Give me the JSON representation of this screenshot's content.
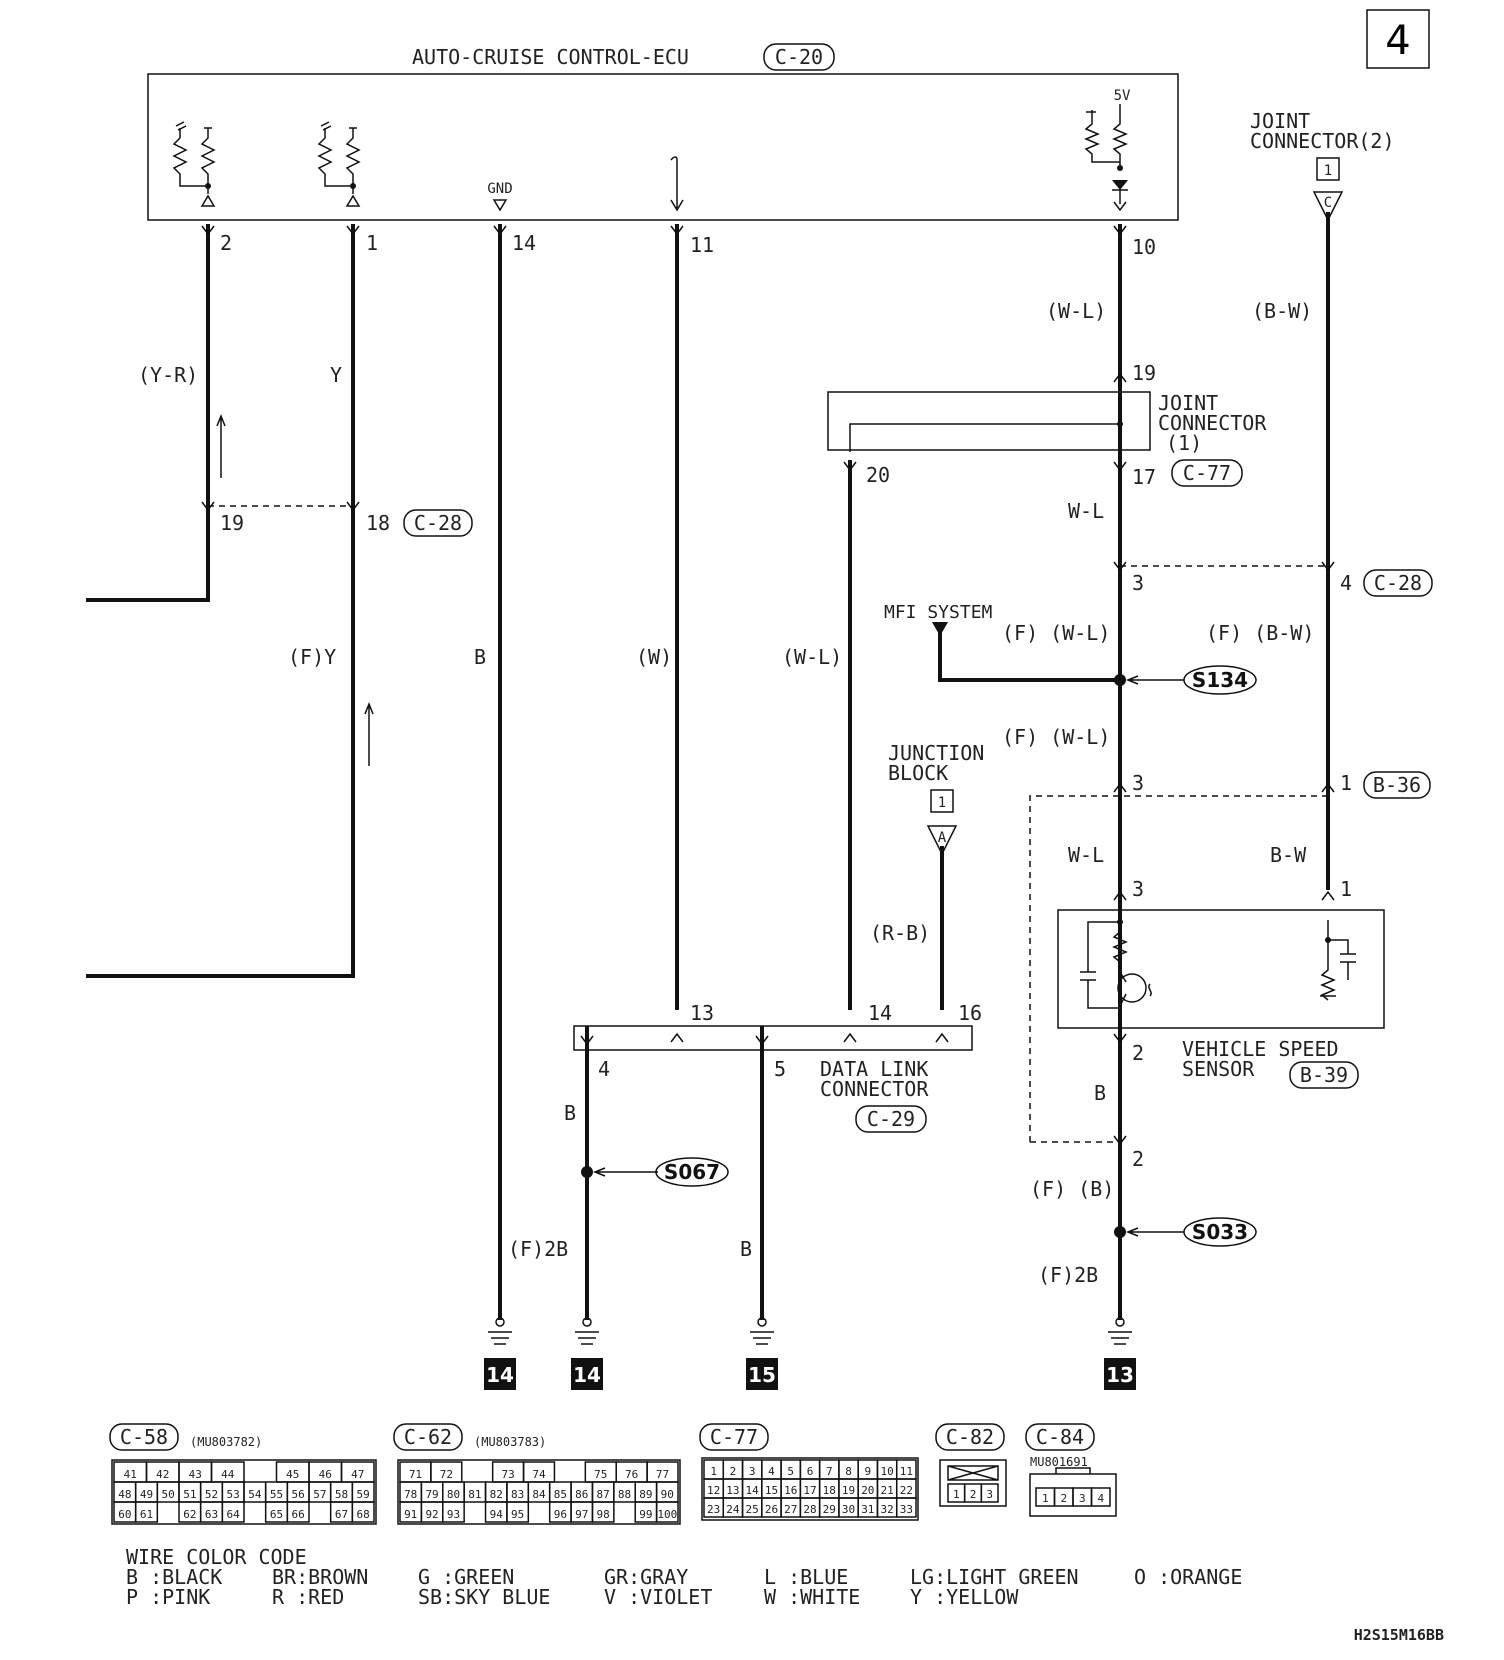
{
  "page_number": "4",
  "ecu": {
    "name": "AUTO-CRUISE CONTROL-ECU",
    "connector": "C-20",
    "gnd_label": "GND",
    "v5_label": "5V"
  },
  "pins": {
    "p2": "2",
    "p1": "1",
    "p14": "14",
    "p11": "11",
    "p10": "10"
  },
  "wires": {
    "yr": "(Y-R)",
    "y": "Y",
    "fy": "(F)Y",
    "b": "B",
    "w": "(W)",
    "wl_paren": "(W-L)",
    "wl_data": "(W-L)",
    "bw_paren": "(B-W)",
    "wl": "W-L",
    "f_wl_1": "(F) (W-L)",
    "f_bw": "(F) (B-W)",
    "f_wl_2": "(F) (W-L)",
    "wl_2": "W-L",
    "bw": "B-W",
    "rb": "(R-B)",
    "b_sensor": "B",
    "f_b": "(F) (B)",
    "f_2b_right": "(F)2B",
    "b_left": "B",
    "f_2b_left": "(F)2B",
    "b_mid": "B"
  },
  "connector_c28": {
    "label": "C-28",
    "pin19": "19",
    "pin18": "18",
    "pin3": "3",
    "pin4": "4"
  },
  "joint_connector_1": {
    "line1": "JOINT",
    "line2": "CONNECTOR",
    "line3": "(1)",
    "connector": "C-77",
    "pin19": "19",
    "pin17": "17",
    "pin20": "20"
  },
  "joint_connector_2": {
    "line1": "JOINT",
    "line2": "CONNECTOR(2)",
    "box": "1",
    "tri": "C"
  },
  "mfi": {
    "label": "MFI SYSTEM"
  },
  "splices": {
    "s134": "S134",
    "s067": "S067",
    "s033": "S033"
  },
  "connector_b36": {
    "label": "B-36",
    "pin3": "3",
    "pin1": "1"
  },
  "vss": {
    "line1": "VEHICLE SPEED",
    "line2": "SENSOR",
    "connector": "B-39",
    "pin3": "3",
    "pin1": "1",
    "pin2": "2",
    "pin2b": "2"
  },
  "junction_block": {
    "line1": "JUNCTION",
    "line2": "BLOCK",
    "box": "1",
    "tri": "A"
  },
  "data_link": {
    "line1": "DATA LINK",
    "line2": "CONNECTOR",
    "connector": "C-29",
    "pin13": "13",
    "pin14": "14",
    "pin16": "16",
    "pin4": "4",
    "pin5": "5"
  },
  "grounds": {
    "g1": "14",
    "g2": "14",
    "g3": "15",
    "g4": "13"
  },
  "connector_views": {
    "c58": {
      "label": "C-58",
      "part": "(MU803782)",
      "row1": [
        "41",
        "42",
        "43",
        "44",
        "",
        "45",
        "46",
        "47"
      ],
      "row2": [
        "48",
        "49",
        "50",
        "51",
        "52",
        "53",
        "54",
        "55",
        "56",
        "57",
        "58",
        "59"
      ],
      "row3": [
        "60",
        "61",
        "",
        "62",
        "63",
        "64",
        "",
        "65",
        "66",
        "",
        "67",
        "68"
      ]
    },
    "c62": {
      "label": "C-62",
      "part": "(MU803783)",
      "row1": [
        "71",
        "72",
        "",
        "73",
        "74",
        "",
        "75",
        "76",
        "77"
      ],
      "row2": [
        "78",
        "79",
        "80",
        "81",
        "82",
        "83",
        "84",
        "85",
        "86",
        "87",
        "88",
        "89",
        "90"
      ],
      "row3": [
        "91",
        "92",
        "93",
        "",
        "94",
        "95",
        "",
        "96",
        "97",
        "98",
        "",
        "99",
        "100"
      ]
    },
    "c77": {
      "label": "C-77",
      "row1": [
        "1",
        "2",
        "3",
        "4",
        "5",
        "6",
        "7",
        "8",
        "9",
        "10",
        "11"
      ],
      "row2": [
        "12",
        "13",
        "14",
        "15",
        "16",
        "17",
        "18",
        "19",
        "20",
        "21",
        "22"
      ],
      "row3": [
        "23",
        "24",
        "25",
        "26",
        "27",
        "28",
        "29",
        "30",
        "31",
        "32",
        "33"
      ]
    },
    "c82": {
      "label": "C-82",
      "pins": [
        "1",
        "2",
        "3"
      ]
    },
    "c84": {
      "label": "C-84",
      "part": "MU801691",
      "pins": [
        "1",
        "2",
        "3",
        "4"
      ]
    }
  },
  "wire_color_code": {
    "title": "WIRE COLOR CODE",
    "row1": [
      "B :BLACK",
      "BR:BROWN",
      "G :GREEN",
      "GR:GRAY",
      "L :BLUE",
      "LG:LIGHT GREEN",
      "O :ORANGE"
    ],
    "row2": [
      "P :PINK",
      "R :RED",
      "SB:SKY BLUE",
      "V :VIOLET",
      "W :WHITE",
      "Y :YELLOW"
    ]
  },
  "figure_code": "H2S15M16BB"
}
